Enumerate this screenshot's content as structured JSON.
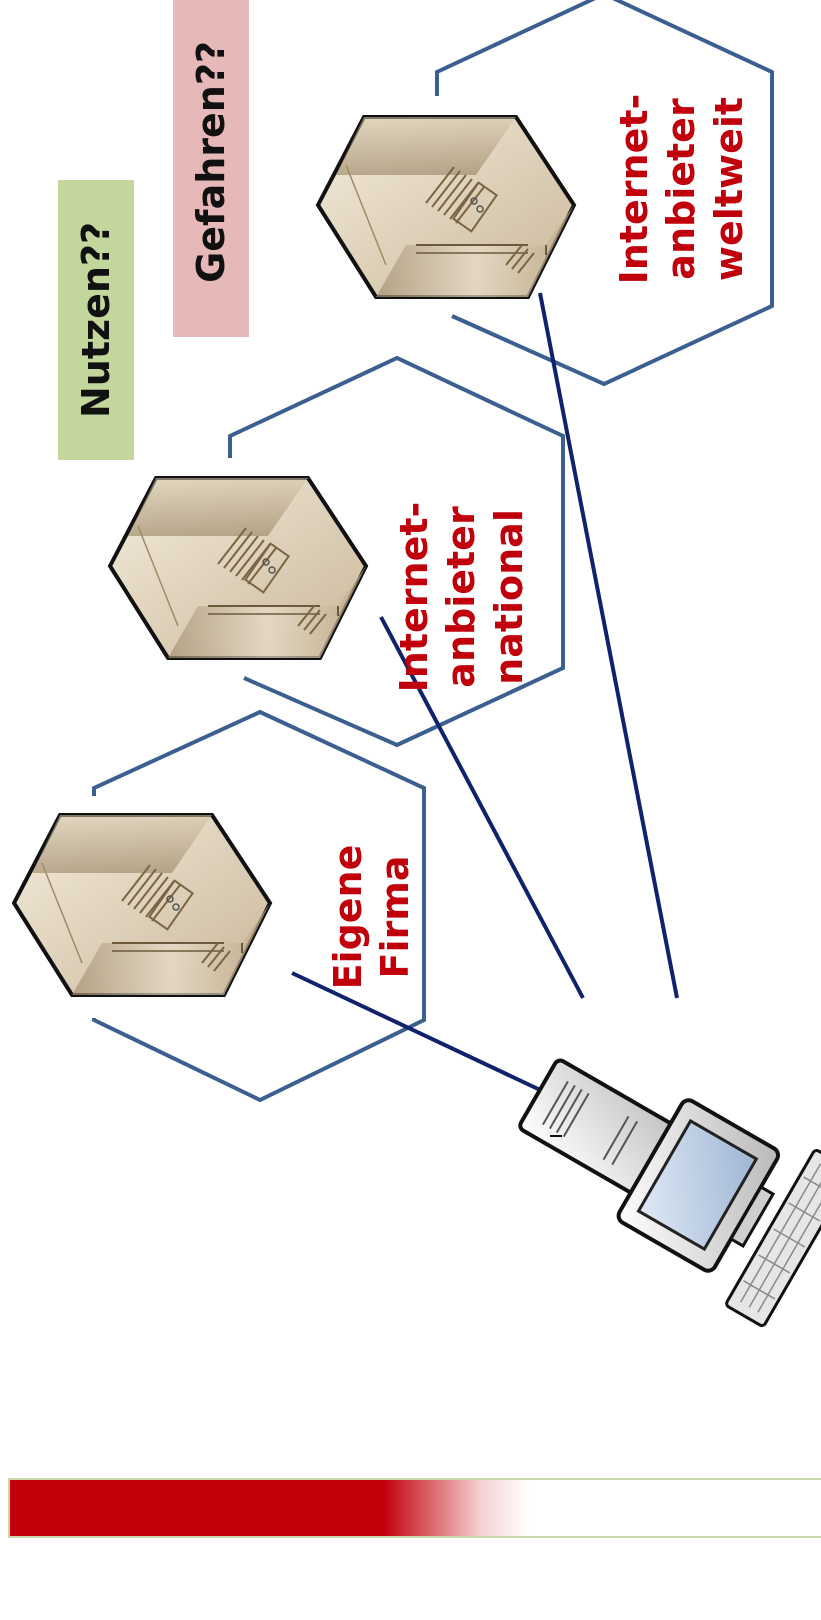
{
  "labels": {
    "nutzen": "Nutzen??",
    "gefahren": "Gefahren??"
  },
  "zones": {
    "company": {
      "line1": "Eigene",
      "line2": "Firma"
    },
    "national": {
      "line1": "Internet-",
      "line2": "anbieter",
      "line3": "national"
    },
    "worldwide": {
      "line1": "Internet-",
      "line2": "anbieter",
      "line3": "weltweit"
    }
  },
  "colors": {
    "nutzen_bg": "#c3d69b",
    "gefahren_bg": "#e6b9b8",
    "zone_label": "#c0000b",
    "hexagon_stroke": "#3b5f8f",
    "connection_line": "#10226b",
    "footer_bar": "#c0000b"
  },
  "icons": [
    "server-icon",
    "server-icon",
    "server-icon",
    "workstation-icon"
  ]
}
